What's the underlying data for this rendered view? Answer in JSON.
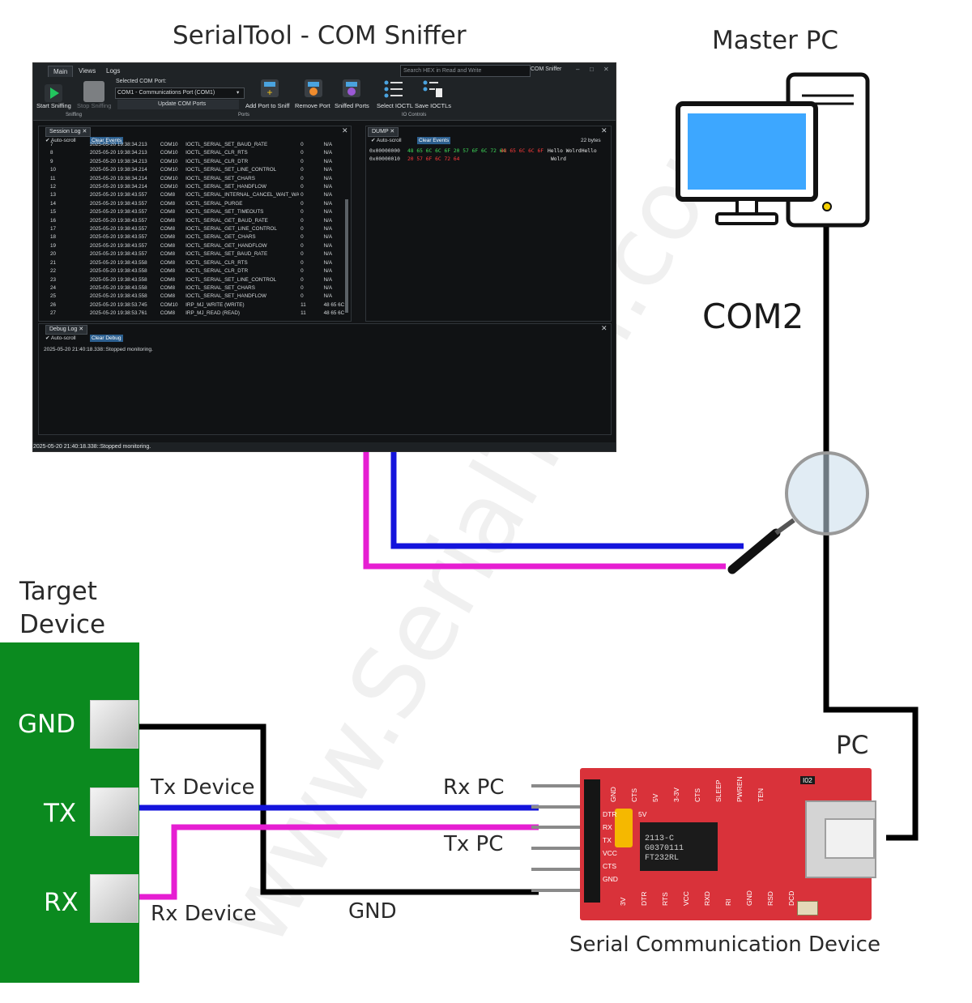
{
  "title": "SerialTool - COM Sniffer",
  "master_pc": "Master PC",
  "com_label": "COM2",
  "pc_label": "PC",
  "target_device": [
    "Target",
    "Device"
  ],
  "pins": {
    "gnd": "GND",
    "tx": "TX",
    "rx": "RX"
  },
  "wires": {
    "tx_device": "Tx Device",
    "rx_device": "Rx Device",
    "rx_pc": "Rx PC",
    "tx_pc": "Tx PC",
    "gnd": "GND"
  },
  "serial_device": "Serial Communication Device",
  "watermark": "www.SerialTool.com",
  "colors": {
    "tx_wire": "#1414dc",
    "rx_wire": "#e61ed2",
    "gnd_wire": "#000000",
    "device_green": "#0b8a1f",
    "board_red": "#d9323a",
    "monitor_screen": "#3da7ff"
  },
  "app": {
    "tabs": [
      "Main",
      "Views",
      "Logs"
    ],
    "search_placeholder": "Search HEX in Read and Write",
    "window_title": "COM Sniffer",
    "start_sniffing": "Start Sniffing",
    "stop_sniffing": "Stop Sniffing",
    "sniffing_group": "Sniffing",
    "selected_port_label": "Selected COM Port:",
    "selected_port_value": "COM1 - Communications Port (COM1)",
    "update_ports": "Update COM Ports",
    "add_port": "Add Port to Sniff",
    "remove_port": "Remove Port",
    "sniffed_ports": "Sniffed Ports",
    "ports_group": "Ports",
    "select_ioctl": "Select IOCTL",
    "save_ioctls": "Save IOCTLs",
    "io_group": "IO Controls",
    "session_log_tab": "Session Log",
    "dump_tab": "DUMP",
    "debug_log_tab": "Debug Log",
    "auto_scroll": "Auto-scroll",
    "clear_events": "Clear Events",
    "clear_debug": "Clear Debug",
    "dump_bytes": "22 bytes",
    "debug_line": "2025-05-20 21:40:18.338::Stopped monitoring.",
    "status_text": "2025-05-20 21:40:18.338::Stopped monitoring.",
    "log_rows": [
      [
        "7",
        "2025-05-20 19:38:34.213",
        "COM10",
        "IOCTL_SERIAL_SET_BAUD_RATE",
        "0",
        "N/A"
      ],
      [
        "8",
        "2025-05-20 19:38:34.213",
        "COM10",
        "IOCTL_SERIAL_CLR_RTS",
        "0",
        "N/A"
      ],
      [
        "9",
        "2025-05-20 19:38:34.213",
        "COM10",
        "IOCTL_SERIAL_CLR_DTR",
        "0",
        "N/A"
      ],
      [
        "10",
        "2025-05-20 19:38:34.214",
        "COM10",
        "IOCTL_SERIAL_SET_LINE_CONTROL",
        "0",
        "N/A"
      ],
      [
        "11",
        "2025-05-20 19:38:34.214",
        "COM10",
        "IOCTL_SERIAL_SET_CHARS",
        "0",
        "N/A"
      ],
      [
        "12",
        "2025-05-20 19:38:34.214",
        "COM10",
        "IOCTL_SERIAL_SET_HANDFLOW",
        "0",
        "N/A"
      ],
      [
        "13",
        "2025-05-20 19:38:43.557",
        "COM8",
        "IOCTL_SERIAL_INTERNAL_CANCEL_WAIT_WAK",
        "0",
        "N/A"
      ],
      [
        "14",
        "2025-05-20 19:38:43.557",
        "COM8",
        "IOCTL_SERIAL_PURGE",
        "0",
        "N/A"
      ],
      [
        "15",
        "2025-05-20 19:38:43.557",
        "COM8",
        "IOCTL_SERIAL_SET_TIMEOUTS",
        "0",
        "N/A"
      ],
      [
        "16",
        "2025-05-20 19:38:43.557",
        "COM8",
        "IOCTL_SERIAL_GET_BAUD_RATE",
        "0",
        "N/A"
      ],
      [
        "17",
        "2025-05-20 19:38:43.557",
        "COM8",
        "IOCTL_SERIAL_GET_LINE_CONTROL",
        "0",
        "N/A"
      ],
      [
        "18",
        "2025-05-20 19:38:43.557",
        "COM8",
        "IOCTL_SERIAL_GET_CHARS",
        "0",
        "N/A"
      ],
      [
        "19",
        "2025-05-20 19:38:43.557",
        "COM8",
        "IOCTL_SERIAL_GET_HANDFLOW",
        "0",
        "N/A"
      ],
      [
        "20",
        "2025-05-20 19:38:43.557",
        "COM8",
        "IOCTL_SERIAL_SET_BAUD_RATE",
        "0",
        "N/A"
      ],
      [
        "21",
        "2025-05-20 19:38:43.558",
        "COM8",
        "IOCTL_SERIAL_CLR_RTS",
        "0",
        "N/A"
      ],
      [
        "22",
        "2025-05-20 19:38:43.558",
        "COM8",
        "IOCTL_SERIAL_CLR_DTR",
        "0",
        "N/A"
      ],
      [
        "23",
        "2025-05-20 19:38:43.558",
        "COM8",
        "IOCTL_SERIAL_SET_LINE_CONTROL",
        "0",
        "N/A"
      ],
      [
        "24",
        "2025-05-20 19:38:43.558",
        "COM8",
        "IOCTL_SERIAL_SET_CHARS",
        "0",
        "N/A"
      ],
      [
        "25",
        "2025-05-20 19:38:43.558",
        "COM8",
        "IOCTL_SERIAL_SET_HANDFLOW",
        "0",
        "N/A"
      ],
      [
        "26",
        "2025-05-20 19:38:53.745",
        "COM10",
        "IRP_MJ_WRITE (WRITE)",
        "11",
        "48 65 6C"
      ],
      [
        "27",
        "2025-05-20 19:38:53.761",
        "COM8",
        "IRP_MJ_READ (READ)",
        "11",
        "48 65 6C"
      ]
    ],
    "dump": [
      {
        "addr": "0x00000000",
        "green": "48 65 6C 6C 6F 20 57 6F 6C 72 64",
        "red": "48 65 6C 6C 6F",
        "ascii": "Hello WolrdHello"
      },
      {
        "addr": "0x00000010",
        "green": "",
        "red": "20 57 6F 6C 72 64",
        "ascii": "Wolrd"
      }
    ]
  },
  "board": {
    "top_pins": [
      "GND",
      "CTS",
      "5V",
      "3-3V",
      "CTS",
      "SLEEP",
      "PWREN",
      "TEN"
    ],
    "side_pins": [
      "DTR",
      "RX",
      "TX",
      "VCC",
      "CTS",
      "GND"
    ],
    "bottom_pins": [
      "3V",
      "DTR",
      "RTS",
      "VCC",
      "RXD",
      "RI",
      "GND",
      "RSD",
      "DCD"
    ],
    "chip_lines": [
      "2113-C",
      "G0370111",
      "FT232RL"
    ],
    "jumper_label": "5V",
    "corner_label": "I02"
  }
}
